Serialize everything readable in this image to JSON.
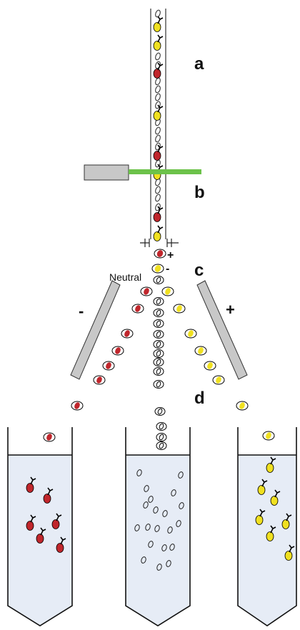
{
  "labels": {
    "a": "a",
    "b": "b",
    "c": "c",
    "d": "d",
    "neutral": "Neutral",
    "left_plate_sign": "-",
    "right_plate_sign": "+",
    "drop_plus": "+",
    "drop_minus": "-"
  },
  "colors": {
    "red_cell": "#c0262c",
    "yellow_cell": "#f0e020",
    "laser": "#6cc24a",
    "laser_box": "#c8c8c8",
    "plate": "#c8c8c8",
    "tube_fill": "#e6ecf6"
  },
  "icons": [
    "antibody-icon",
    "cell-droplet-icon",
    "laser-source-icon",
    "deflection-plate-icon",
    "collection-tube-icon"
  ]
}
